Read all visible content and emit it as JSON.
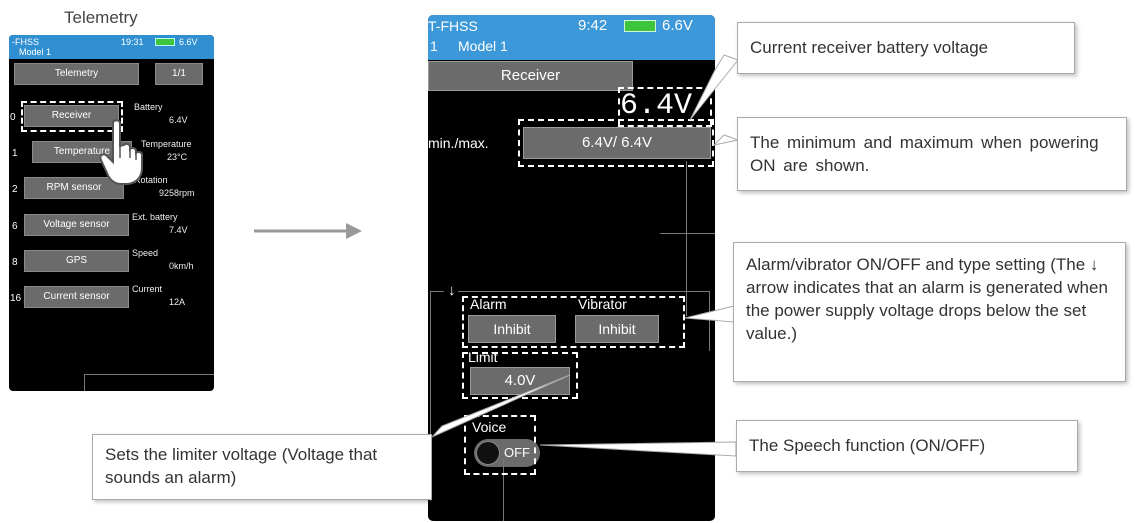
{
  "small": {
    "caption": "Telemetry",
    "status_left": "-FHSS",
    "status_time": "19:31",
    "status_volt": "6.6V",
    "model": "Model 1",
    "header_btn": "Telemetry",
    "page": "1/1",
    "rows": [
      {
        "num": "0",
        "button": "Receiver",
        "label": "Battery",
        "value": "6.4V"
      },
      {
        "num": "1",
        "button": "Temperature",
        "label": "Temperature",
        "value": "23°C"
      },
      {
        "num": "2",
        "button": "RPM sensor",
        "label": "Rotation",
        "value": "9258rpm"
      },
      {
        "num": "6",
        "button": "Voltage sensor",
        "label": "Ext. battery",
        "value": "7.4V"
      },
      {
        "num": "8",
        "button": "GPS",
        "label": "Speed",
        "value": "0km/h"
      },
      {
        "num": "16",
        "button": "Current sensor",
        "label": "Current",
        "value": "12A"
      }
    ]
  },
  "big": {
    "status_left": "T-FHSS",
    "status_time": "9:42",
    "status_volt": "6.6V",
    "model_num": "1",
    "model": "Model 1",
    "header_btn": "Receiver",
    "voltage": "6.4V",
    "minmax_label": "min./max.",
    "minmax_value": "6.4V/ 6.4V",
    "arrow_glyph": "↓",
    "alarm_label": "Alarm",
    "vibrator_label": "Vibrator",
    "alarm_value": "Inhibit",
    "vibrator_value": "Inhibit",
    "limit_label": "Limit",
    "limit_value": "4.0V",
    "voice_label": "Voice",
    "voice_toggle": "OFF"
  },
  "callouts": {
    "battery": "Current receiver battery voltage",
    "minmax": "The minimum and maximum when powering ON are shown.",
    "alarm": "Alarm/vibrator ON/OFF and type setting (The ↓ arrow indicates that an alarm is generated when the power supply voltage drops below the set value.)",
    "limit": "Sets the limiter voltage (Voltage that sounds an alarm)",
    "speech": "The Speech function (ON/OFF)"
  },
  "colors": {
    "status_bar": "#3c98d8",
    "screen_bg": "#000000",
    "button_gray": "#6b6b6b",
    "battery_green": "#3dc63d"
  }
}
